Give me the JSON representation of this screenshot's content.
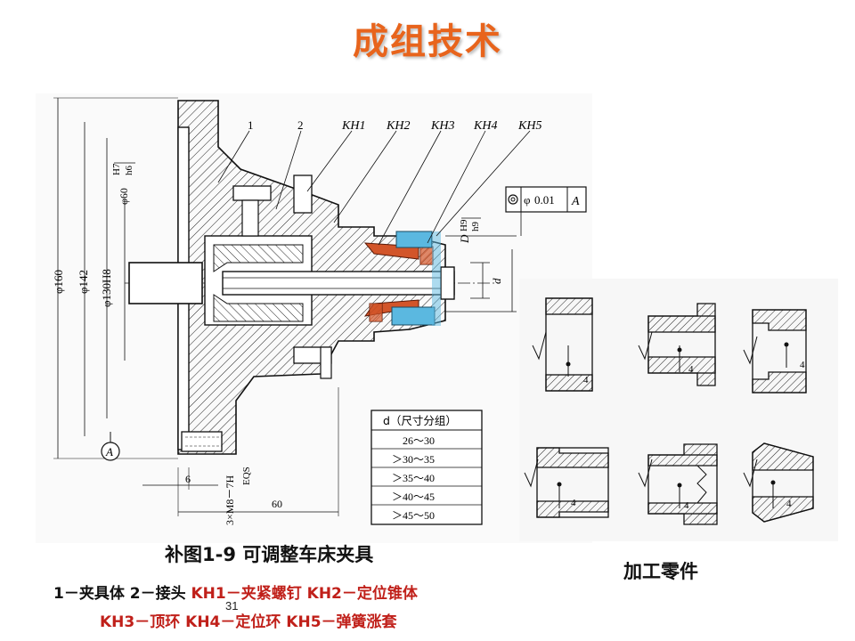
{
  "slide": {
    "title": "成组技术",
    "page_number": "31"
  },
  "main_drawing": {
    "callouts": [
      "1",
      "2"
    ],
    "kh_labels": [
      "KH1",
      "KH2",
      "KH3",
      "KH4",
      "KH5"
    ],
    "dimensions": {
      "d160": "φ160",
      "d142": "φ142",
      "d130": "φ130H8",
      "d60": "φ60",
      "h7": "H7",
      "h6": "h6",
      "d_label": "d",
      "D_label": "D",
      "H9": "H9",
      "h9": "h9",
      "six": "6",
      "sixty": "60",
      "thread": "3×M8－7H",
      "eqs": "EQS",
      "datum": "A"
    },
    "tolerance_frame": {
      "symbol": "φ",
      "value": "0.01",
      "datum": "A"
    },
    "size_table": {
      "header": "d（尺寸分组）",
      "rows": [
        "26～30",
        "＞30～35",
        "＞35～40",
        "＞40～45",
        "＞45～50"
      ]
    },
    "caption": "补图1-9 可调整车床夹具"
  },
  "parts": {
    "caption": "加工零件",
    "roughness_value": "4"
  },
  "legend": {
    "line1_black": "1－夹具体 2－接头 ",
    "line1_red": "KH1－夹紧螺钉 KH2－定位锥体",
    "line2_red": "KH3－顶环 KH4－定位环 KH5－弹簧涨套"
  },
  "colors": {
    "title": "#e8641c",
    "legend_red": "#c0201a",
    "part_red": "#d2552a",
    "part_blue": "#5bb8e0"
  }
}
